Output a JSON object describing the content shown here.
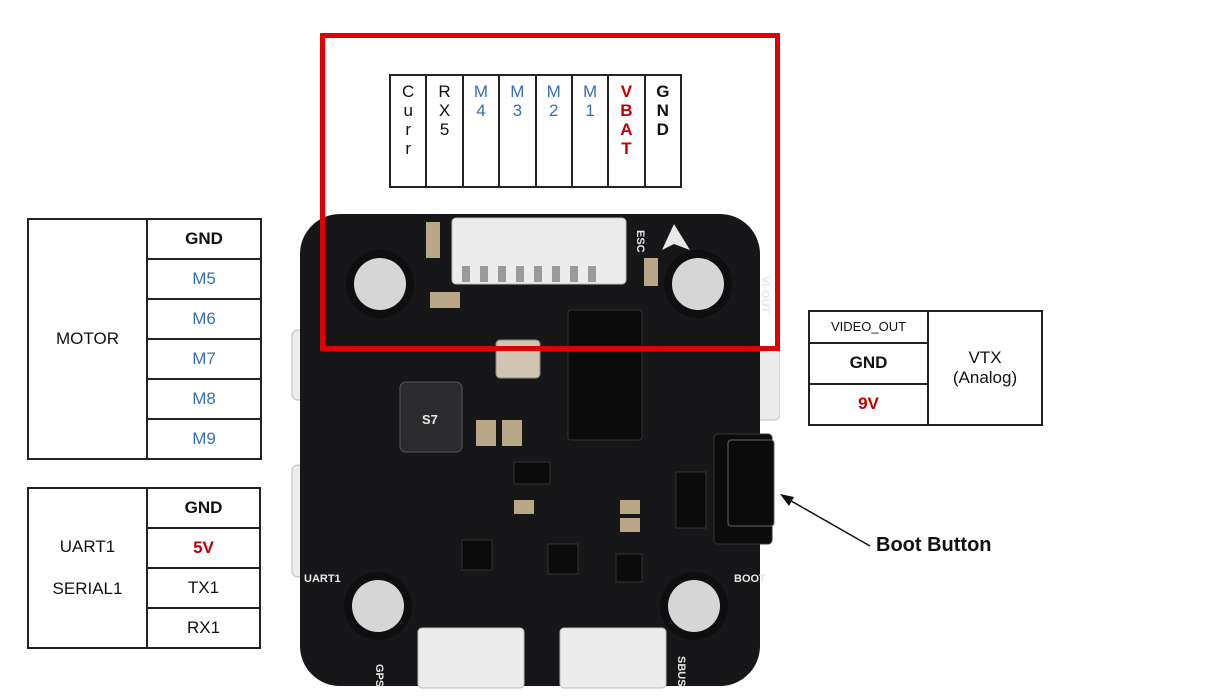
{
  "esc_header": {
    "pins": [
      {
        "chars": [
          "C",
          "u",
          "r",
          "r"
        ],
        "color": "black"
      },
      {
        "chars": [
          "R",
          "X",
          "5"
        ],
        "color": "black"
      },
      {
        "chars": [
          "M",
          "4"
        ],
        "color": "blue"
      },
      {
        "chars": [
          "M",
          "3"
        ],
        "color": "blue"
      },
      {
        "chars": [
          "M",
          "2"
        ],
        "color": "blue"
      },
      {
        "chars": [
          "M",
          "1"
        ],
        "color": "blue"
      },
      {
        "chars": [
          "V",
          "B",
          "A",
          "T"
        ],
        "color": "red"
      },
      {
        "chars": [
          "G",
          "N",
          "D"
        ],
        "color": "bold"
      }
    ]
  },
  "motor_table": {
    "group_label": "MOTOR",
    "pins": [
      {
        "label": "GND",
        "style": "bold"
      },
      {
        "label": "M5",
        "style": "blue"
      },
      {
        "label": "M6",
        "style": "blue"
      },
      {
        "label": "M7",
        "style": "blue"
      },
      {
        "label": "M8",
        "style": "blue"
      },
      {
        "label": "M9",
        "style": "blue"
      }
    ]
  },
  "uart_table": {
    "group_label_1": "UART1",
    "group_label_2": "SERIAL1",
    "pins": [
      {
        "label": "GND",
        "style": "bold"
      },
      {
        "label": "5V",
        "style": "red"
      },
      {
        "label": "TX1",
        "style": "normal"
      },
      {
        "label": "RX1",
        "style": "normal"
      }
    ]
  },
  "vtx_table": {
    "group_label_1": "VTX",
    "group_label_2": "(Analog)",
    "pins": [
      {
        "label": "VIDEO_OUT",
        "style": "small"
      },
      {
        "label": "GND",
        "style": "bold"
      },
      {
        "label": "9V",
        "style": "red"
      }
    ]
  },
  "boot_annotation": "Boot Button",
  "board": {
    "silkscreen": {
      "esc": "ESC",
      "vi_out": "VI-OUT",
      "uart1": "UART1",
      "boot": "BOOT",
      "gps": "GPS",
      "sbus": "SBUS",
      "buzzer": "S7"
    },
    "colors": {
      "pcb": "#17171a",
      "connector": "#ececec",
      "highlight": "#e00000"
    }
  }
}
